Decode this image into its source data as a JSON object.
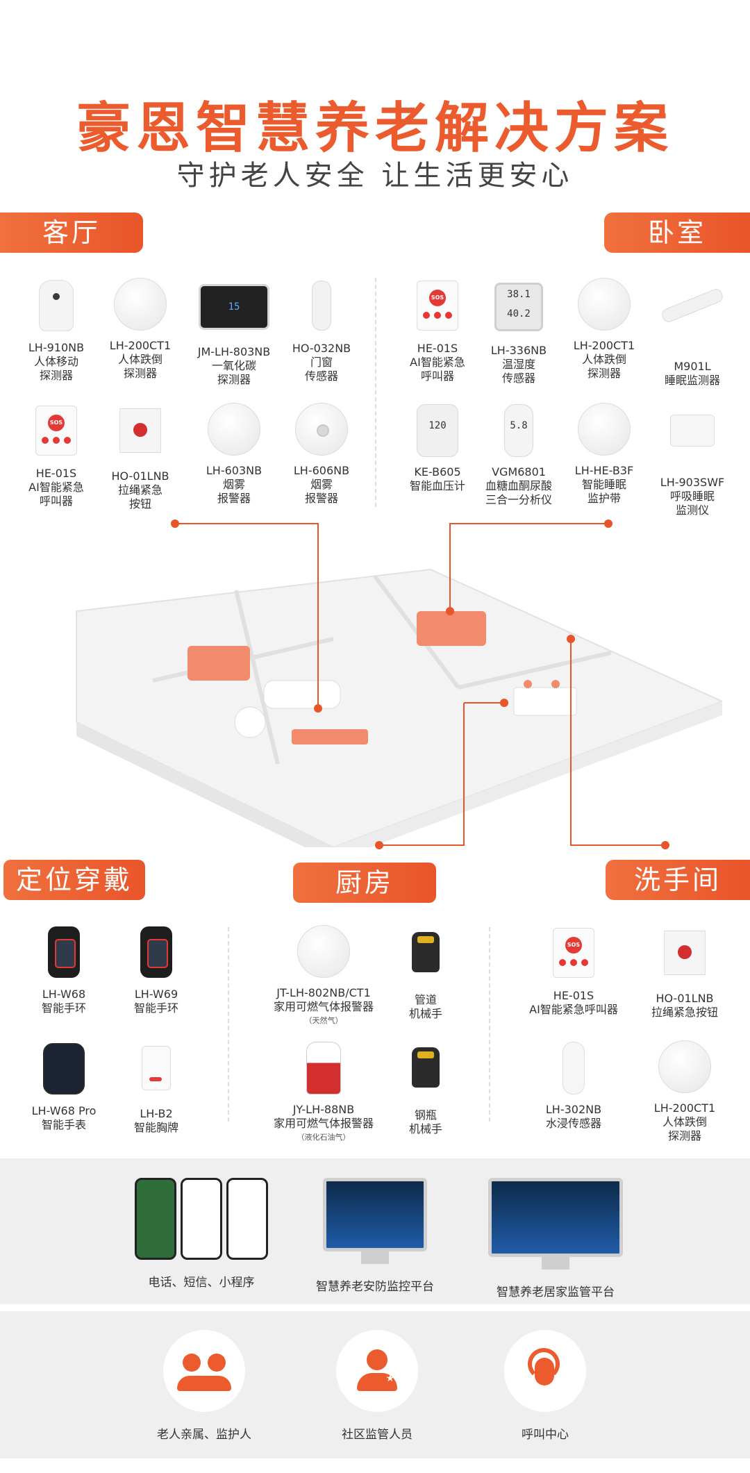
{
  "header": {
    "title": "豪恩智慧养老解决方案",
    "subtitle": "守护老人安全 让生活更安心"
  },
  "sections": {
    "living_room": "客厅",
    "bedroom": "卧室",
    "wearable": "定位穿戴",
    "kitchen": "厨房",
    "bathroom": "洗手间"
  },
  "living_room_items": [
    {
      "model": "LH-910NB",
      "l1": "人体移动",
      "l2": "探测器"
    },
    {
      "model": "LH-200CT1",
      "l1": "人体跌倒",
      "l2": "探测器"
    },
    {
      "model": "JM-LH-803NB",
      "l1": "一氧化碳",
      "l2": "探测器"
    },
    {
      "model": "HO-032NB",
      "l1": "门窗",
      "l2": "传感器"
    },
    {
      "model": "HE-01S",
      "l1": "AI智能紧急",
      "l2": "呼叫器"
    },
    {
      "model": "HO-01LNB",
      "l1": "拉绳紧急",
      "l2": "按钮"
    },
    {
      "model": "LH-603NB",
      "l1": "烟雾",
      "l2": "报警器"
    },
    {
      "model": "LH-606NB",
      "l1": "烟雾",
      "l2": "报警器"
    }
  ],
  "bedroom_items": [
    {
      "model": "HE-01S",
      "l1": "AI智能紧急",
      "l2": "呼叫器"
    },
    {
      "model": "LH-336NB",
      "l1": "温湿度",
      "l2": "传感器"
    },
    {
      "model": "LH-200CT1",
      "l1": "人体跌倒",
      "l2": "探测器"
    },
    {
      "model": "M901L",
      "l1": "睡眠监测器",
      "l2": ""
    },
    {
      "model": "KE-B605",
      "l1": "智能血压计",
      "l2": ""
    },
    {
      "model": "VGM6801",
      "l1": "血糖血酮尿酸",
      "l2": "三合一分析仪"
    },
    {
      "model": "LH-HE-B3F",
      "l1": "智能睡眠",
      "l2": "监护带"
    },
    {
      "model": "LH-903SWF",
      "l1": "呼吸睡眠",
      "l2": "监测仪"
    }
  ],
  "wearable_items": [
    {
      "model": "LH-W68",
      "l1": "智能手环"
    },
    {
      "model": "LH-W69",
      "l1": "智能手环"
    },
    {
      "model": "LH-W68 Pro",
      "l1": "智能手表"
    },
    {
      "model": "LH-B2",
      "l1": "智能胸牌"
    }
  ],
  "kitchen_items": [
    {
      "model": "JT-LH-802NB/CT1",
      "l1": "家用可燃气体报警器",
      "note": "（天然气）"
    },
    {
      "model": "管道",
      "l1": "机械手",
      "note": ""
    },
    {
      "model": "JY-LH-88NB",
      "l1": "家用可燃气体报警器",
      "note": "（液化石油气）"
    },
    {
      "model": "钢瓶",
      "l1": "机械手",
      "note": ""
    }
  ],
  "bathroom_items": [
    {
      "model": "HE-01S",
      "l1": "AI智能紧急呼叫器",
      "l2": ""
    },
    {
      "model": "HO-01LNB",
      "l1": "拉绳紧急按钮",
      "l2": ""
    },
    {
      "model": "LH-302NB",
      "l1": "水浸传感器",
      "l2": ""
    },
    {
      "model": "LH-200CT1",
      "l1": "人体跌倒",
      "l2": "探测器"
    }
  ],
  "device_readouts": {
    "co_display": "15",
    "thermo_top": "38.1",
    "thermo_bottom": "40.2",
    "bp_display": "120",
    "glucose_display": "5.8",
    "sos": "SOS"
  },
  "platforms": [
    {
      "caption": "电话、短信、小程序"
    },
    {
      "caption": "智慧养老安防监控平台"
    },
    {
      "caption": "智慧养老居家监管平台"
    }
  ],
  "roles": [
    {
      "caption": "老人亲属、监护人"
    },
    {
      "caption": "社区监管人员"
    },
    {
      "caption": "呼叫中心"
    }
  ],
  "colors": {
    "accent": "#ec5b2e",
    "panel": "#efefef"
  }
}
